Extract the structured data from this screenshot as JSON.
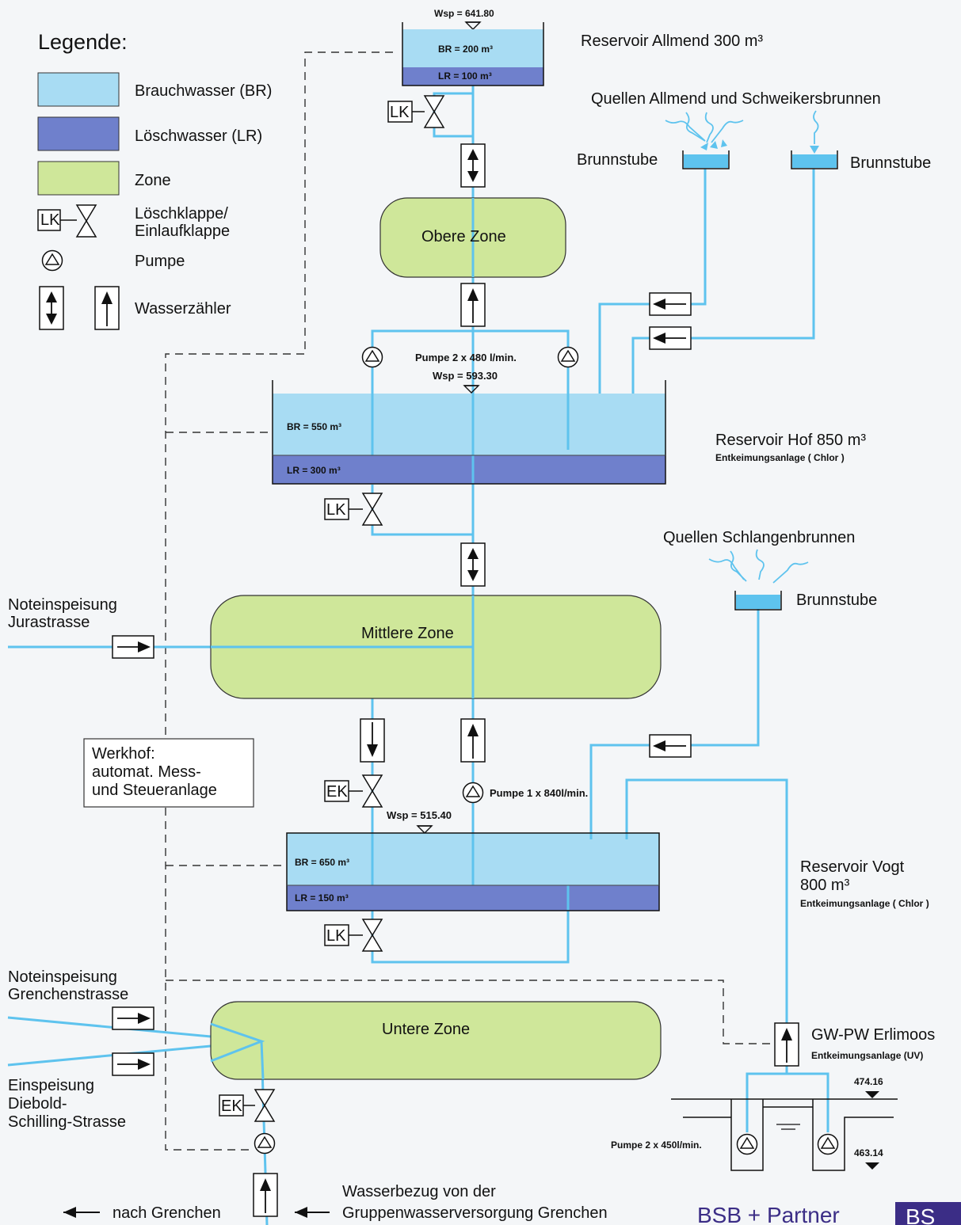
{
  "legend": {
    "title": "Legende:",
    "brauchwasser": "Brauchwasser (BR)",
    "loeschwasser": "Löschwasser (LR)",
    "zone": "Zone",
    "klappe_line1": "Löschklappe/",
    "klappe_line2": "Einlaufklappe",
    "pumpe": "Pumpe",
    "zaehler": "Wasserzähler",
    "lk": "LK"
  },
  "colors": {
    "brauchwasser": "#a8dcf3",
    "loeschwasser": "#6f80cc",
    "zone": "#cfe79a",
    "pipe": "#5ec3ee"
  },
  "reservoir_allmend": {
    "name": "Reservoir Allmend 300 m³",
    "wsp": "Wsp = 641.80",
    "br": "BR = 200 m³",
    "lr": "LR = 100 m³",
    "lk": "LK"
  },
  "quellen_allmend": {
    "title": "Quellen Allmend und Schweikersbrunnen",
    "brunnstube_left": "Brunnstube",
    "brunnstube_right": "Brunnstube"
  },
  "obere_zone": "Obere Zone",
  "reservoir_hof": {
    "pumpe": "Pumpe 2 x 480 l/min.",
    "wsp": "Wsp = 593.30",
    "br": "BR = 550 m³",
    "lr": "LR = 300 m³",
    "name": "Reservoir Hof 850 m³",
    "sub": "Entkeimungsanlage ( Chlor )",
    "lk": "LK"
  },
  "quellen_schlangen": {
    "title": "Quellen Schlangenbrunnen",
    "brunnstube": "Brunnstube"
  },
  "noteinspeisung_jura": {
    "line1": "Noteinspeisung",
    "line2": "Jurastrasse"
  },
  "mittlere_zone": "Mittlere Zone",
  "werkhof": {
    "line1": "Werkhof:",
    "line2": "automat. Mess-",
    "line3": "und Steueranlage"
  },
  "reservoir_vogt": {
    "ek": "EK",
    "pumpe": "Pumpe 1 x 840l/min.",
    "wsp": "Wsp = 515.40",
    "br": "BR = 650 m³",
    "lr": "LR = 150 m³",
    "name_line1": "Reservoir Vogt",
    "name_line2": "800 m³",
    "sub": "Entkeimungsanlage ( Chlor )",
    "lk": "LK"
  },
  "noteinspeisung_grenchen": {
    "line1": "Noteinspeisung",
    "line2": "Grenchenstrasse"
  },
  "untere_zone": "Untere Zone",
  "einspeisung_diebold": {
    "line1": "Einspeisung",
    "line2": "Diebold-",
    "line3": "Schilling-Strasse"
  },
  "untere_ek": "EK",
  "gw_pw": {
    "name": "GW-PW Erlimoos",
    "sub": "Entkeimungsanlage (UV)",
    "level_top": "474.16",
    "level_bottom": "463.14",
    "pumpe": "Pumpe 2 x 450l/min."
  },
  "footer": {
    "nach_grenchen": "nach Grenchen",
    "wasserbezug_line1": "Wasserbezug von der",
    "wasserbezug_line2": "Gruppenwasserversorgung Grenchen",
    "logo_text": "BSB + Partner",
    "logo_mark": "BS"
  }
}
